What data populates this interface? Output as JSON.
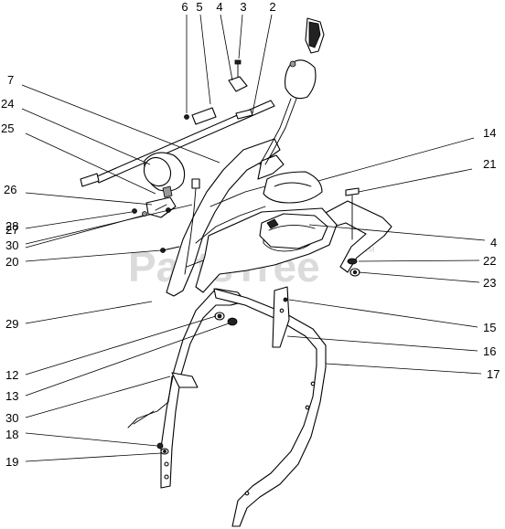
{
  "watermark": {
    "text": "PartsTree",
    "trademark": "TM"
  },
  "callouts": [
    {
      "id": "c6",
      "text": "6"
    },
    {
      "id": "c5",
      "text": "5"
    },
    {
      "id": "c4a",
      "text": "4"
    },
    {
      "id": "c3",
      "text": "3"
    },
    {
      "id": "c2",
      "text": "2"
    },
    {
      "id": "c7",
      "text": "7"
    },
    {
      "id": "c24",
      "text": "24"
    },
    {
      "id": "c25",
      "text": "25"
    },
    {
      "id": "c14",
      "text": "14"
    },
    {
      "id": "c21",
      "text": "21"
    },
    {
      "id": "c26",
      "text": "26"
    },
    {
      "id": "c27",
      "text": "27"
    },
    {
      "id": "c28",
      "text": "28"
    },
    {
      "id": "c4b",
      "text": "4"
    },
    {
      "id": "c30a",
      "text": "30"
    },
    {
      "id": "c22",
      "text": "22"
    },
    {
      "id": "c20",
      "text": "20"
    },
    {
      "id": "c23",
      "text": "23"
    },
    {
      "id": "c29",
      "text": "29"
    },
    {
      "id": "c15",
      "text": "15"
    },
    {
      "id": "c16",
      "text": "16"
    },
    {
      "id": "c12",
      "text": "12"
    },
    {
      "id": "c17",
      "text": "17"
    },
    {
      "id": "c13",
      "text": "13"
    },
    {
      "id": "c30b",
      "text": "30"
    },
    {
      "id": "c18",
      "text": "18"
    },
    {
      "id": "c19",
      "text": "19"
    }
  ]
}
